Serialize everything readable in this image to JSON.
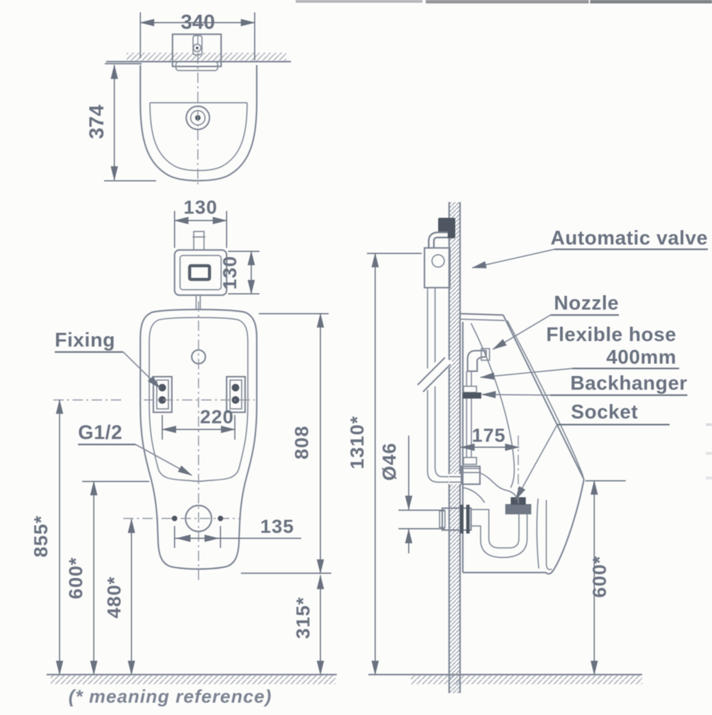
{
  "drawing": {
    "note": "(* meaning reference)",
    "top_view": {
      "width": "340",
      "depth": "374"
    },
    "front_view": {
      "sensor_width": "130",
      "sensor_height": "130",
      "fixing_label": "Fixing",
      "thread_label": "G1/2",
      "fixing_span": "220",
      "body_height": "808",
      "drain_span": "135",
      "fixing_height": "855*",
      "inlet_height": "600*",
      "drain_height": "480*",
      "bottom_clearance": "315*"
    },
    "side_view": {
      "automatic_valve": "Automatic valve",
      "nozzle": "Nozzle",
      "flexible_hose": "Flexible hose",
      "hose_length": "400mm",
      "backhanger": "Backhanger",
      "socket": "Socket",
      "overall_height": "1310*",
      "outlet_diameter": "Ø46",
      "trap_offset": "175",
      "lip_height": "600*"
    },
    "colors": {
      "line": "#7e8694",
      "text": "#6a7280",
      "dark": "#4e5662",
      "background": "#fcfcfb"
    }
  }
}
